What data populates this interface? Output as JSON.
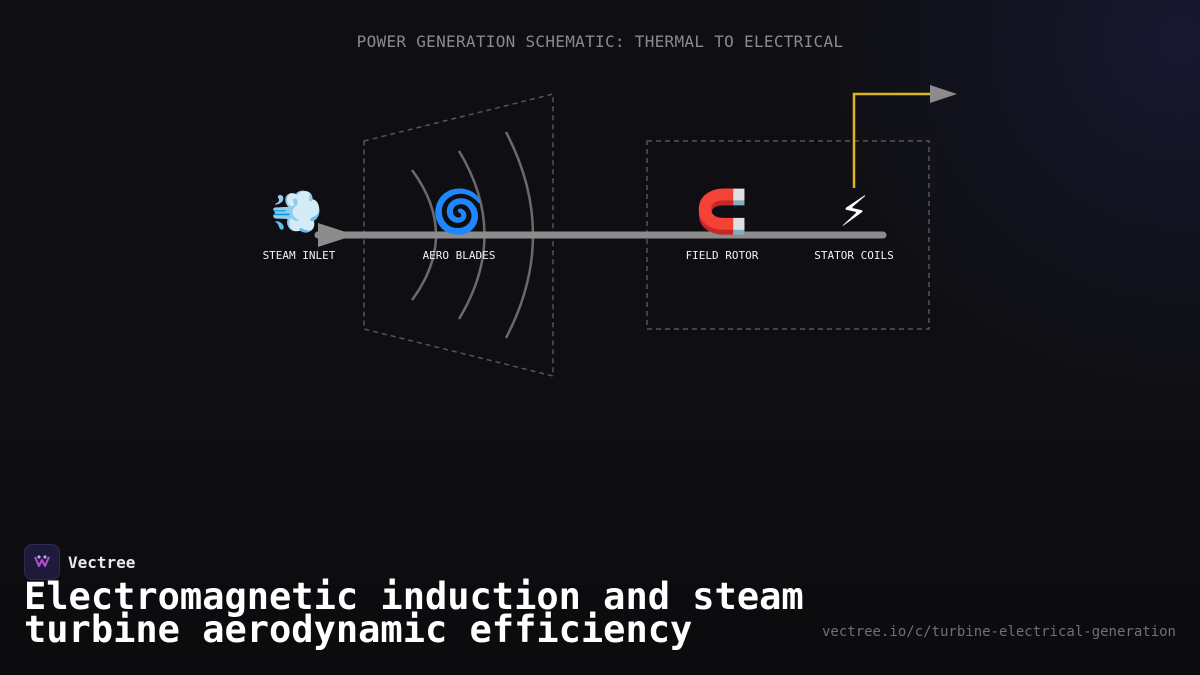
{
  "diagram": {
    "title": "POWER GENERATION SCHEMATIC: THERMAL TO ELECTRICAL",
    "nodes": [
      {
        "id": "steam-inlet",
        "label": "STEAM INLET",
        "icon": "wind-icon",
        "glyph": "💨"
      },
      {
        "id": "aero-blades",
        "label": "AERO BLADES",
        "icon": "cyclone-icon",
        "glyph": "🌀"
      },
      {
        "id": "field-rotor",
        "label": "FIELD ROTOR",
        "icon": "magnet-icon",
        "glyph": "🧲"
      },
      {
        "id": "stator-coils",
        "label": "STATOR COILS",
        "icon": "lightning-icon",
        "glyph": "⚡"
      }
    ],
    "colors": {
      "shaft": "#8c8c8c",
      "output_line": "#e0b41c",
      "dashed_boundary": "#555555",
      "blade_arcs": "#6a6a6a"
    }
  },
  "brand": {
    "name": "Vectree",
    "icon": "vectree-logo-icon"
  },
  "headline": "Electromagnetic induction and steam turbine aerodynamic efficiency",
  "url": "vectree.io/c/turbine-electrical-generation"
}
